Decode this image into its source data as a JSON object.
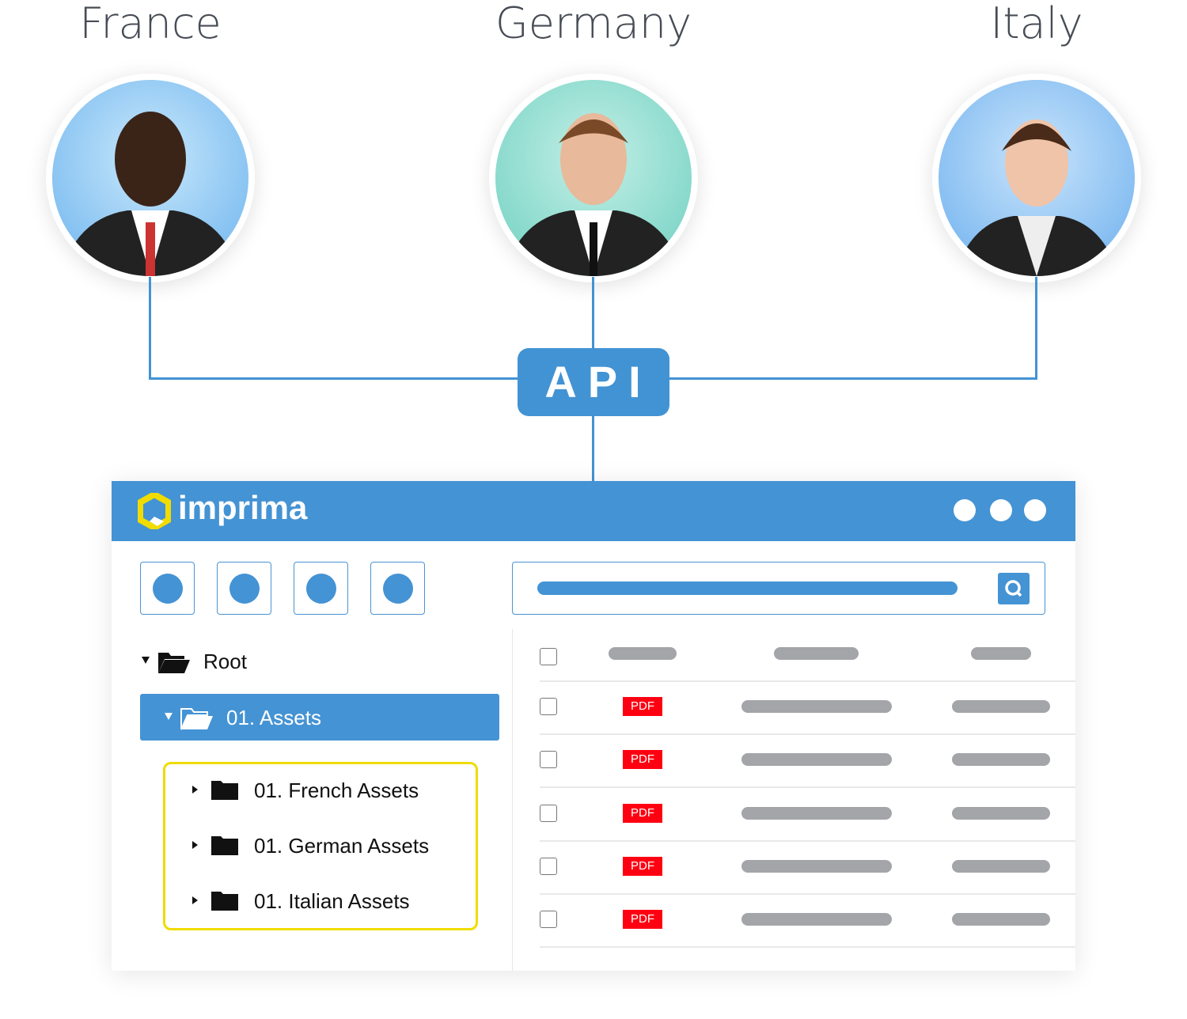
{
  "countries": [
    {
      "name": "France"
    },
    {
      "name": "Germany"
    },
    {
      "name": "Italy"
    }
  ],
  "api_label": "API",
  "app": {
    "logo_text": "imprima",
    "tree": {
      "root": "Root",
      "selected": "01. Assets",
      "children": [
        "01. French Assets",
        "01. German Assets",
        "01. Italian Assets"
      ]
    },
    "table": {
      "badge": "PDF",
      "row_count": 5
    },
    "colors": {
      "brand": "#4493d4",
      "highlight": "#f0dc00",
      "pdf": "#ff0012",
      "logo": "#f0dc00"
    }
  }
}
